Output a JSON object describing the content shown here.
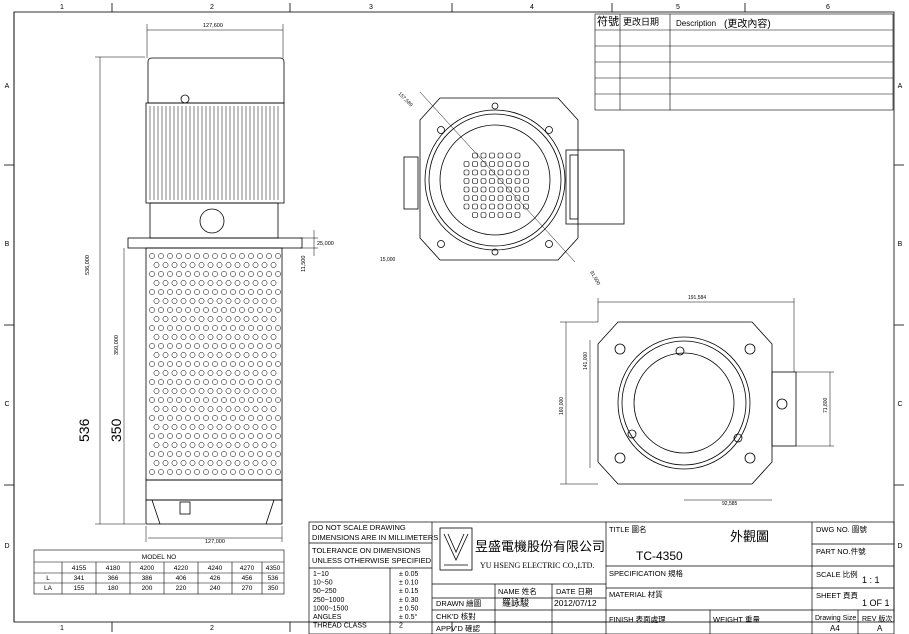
{
  "frame": {
    "columns": [
      "1",
      "2",
      "3",
      "4",
      "5",
      "6"
    ],
    "rows": [
      "A",
      "B",
      "C",
      "D"
    ]
  },
  "revision_table": {
    "col_symbol": "符號",
    "col_date": "更改日期",
    "col_desc": "Description",
    "col_desc2": "(更改內容)"
  },
  "dims": {
    "top_width": "127,600",
    "total_height": "536,000",
    "tube_height": "350,000",
    "flange_thk": "25,000",
    "gap": "11,500",
    "base_width": "127,000",
    "big_total": "536",
    "big_tube": "350",
    "diag_top": "157,589",
    "radius_15": "15,000",
    "diag_bottom": "91,500",
    "bv_width": "191,584",
    "bv_height": "160,000",
    "bv_inner": "141,000",
    "bv_side": "71,800",
    "bv_offset": "92,585"
  },
  "model_table": {
    "title": "MODEL NO",
    "models": [
      "4155",
      "4180",
      "4200",
      "4220",
      "4240",
      "4270",
      "4350"
    ],
    "rows": [
      {
        "label": "L",
        "values": [
          "341",
          "366",
          "386",
          "406",
          "426",
          "456",
          "536"
        ]
      },
      {
        "label": "LA",
        "values": [
          "155",
          "180",
          "200",
          "220",
          "240",
          "270",
          "350"
        ]
      }
    ]
  },
  "tolerance": {
    "note1": "DO NOT SCALE DRAWING",
    "note2": "DIMENSIONS ARE IN MILLIMETERS",
    "note3": "TOLERANCE ON DIMENSIONS",
    "note4": "UNLESS OTHERWISE SPECIFIED",
    "ranges": [
      "1~10",
      "10~50",
      "50~250",
      "250~1000",
      "1000~1500",
      "ANGLES",
      "THREAD CLASS"
    ],
    "values": [
      "± 0.05",
      "± 0.10",
      "± 0.15",
      "± 0.30",
      "± 0.50",
      "± 0.5°",
      "2"
    ]
  },
  "company": {
    "name_cn": "昱盛電機股份有限公司",
    "name_en": "YU HSENG ELECTRIC CO.,LTD."
  },
  "sign": {
    "name_header": "NAME 姓名",
    "date_header": "DATE 日期",
    "drawn_label": "DRAWN 繪圖",
    "drawn_name": "羅詠駿",
    "drawn_date": "2012/07/12",
    "chkd_label": "CHK'D  核對",
    "appvd_label": "APPV'D 確認"
  },
  "title_block": {
    "title_label": "TITLE 圖名",
    "title_value": "外觀圖",
    "model_value": "TC-4350",
    "spec_label": "SPECIFICATION  規格",
    "material_label": "MATERIAL 材質",
    "finish_label": "FINISH 表面處理",
    "weight_label": "WEIGHT 重量",
    "dwg_label": "DWG NO. 圖號",
    "part_label": "PART NO.件號",
    "scale_label": "SCALE 比例",
    "scale_value": "1 : 1",
    "sheet_label": "SHEET 頁頁",
    "sheet_value": "1 OF 1",
    "size_label": "Drawing Size",
    "size_value": "A4",
    "rev_label": "REV 版次",
    "rev_value": "A"
  }
}
